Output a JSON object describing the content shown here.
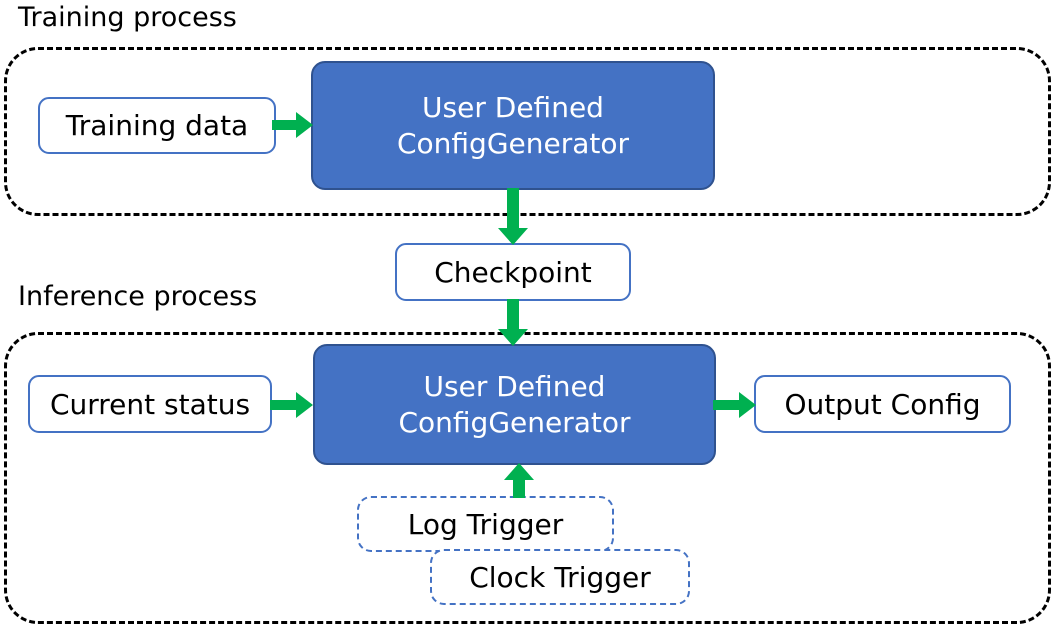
{
  "diagram": {
    "sections": {
      "training": {
        "title": "Training process"
      },
      "inference": {
        "title": "Inference process"
      }
    },
    "nodes": {
      "training_data": {
        "label": "Training data"
      },
      "train_generator": {
        "label": "User Defined\nConfigGenerator"
      },
      "checkpoint": {
        "label": "Checkpoint"
      },
      "current_status": {
        "label": "Current status"
      },
      "infer_generator": {
        "label": "User Defined\nConfigGenerator"
      },
      "output_config": {
        "label": "Output Config"
      },
      "log_trigger": {
        "label": "Log Trigger"
      },
      "clock_trigger": {
        "label": "Clock Trigger"
      }
    },
    "edges": [
      {
        "name": "training-data-to-generator",
        "from": "training_data",
        "to": "train_generator",
        "direction": "right"
      },
      {
        "name": "generator-to-checkpoint",
        "from": "train_generator",
        "to": "checkpoint",
        "direction": "down"
      },
      {
        "name": "checkpoint-to-inference-generator",
        "from": "checkpoint",
        "to": "infer_generator",
        "direction": "down"
      },
      {
        "name": "current-status-to-generator",
        "from": "current_status",
        "to": "infer_generator",
        "direction": "right"
      },
      {
        "name": "generator-to-output-config",
        "from": "infer_generator",
        "to": "output_config",
        "direction": "right"
      },
      {
        "name": "triggers-to-generator",
        "from": "log_trigger",
        "to": "infer_generator",
        "direction": "up"
      }
    ],
    "colors": {
      "process_fill": "#4472C4",
      "process_border": "#2F528F",
      "node_border": "#4472C4",
      "arrow": "#00B050",
      "group_border": "#000000",
      "text_dark": "#000000",
      "text_light": "#FFFFFF",
      "background": "#FFFFFF"
    }
  }
}
